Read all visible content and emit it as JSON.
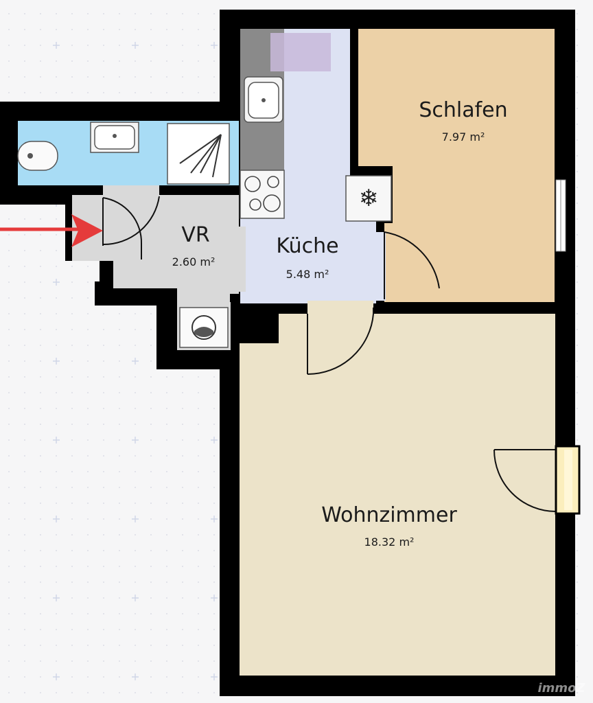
{
  "colors": {
    "wall": "#000000",
    "bad": "#a8dcf5",
    "vorraum": "#d9d9d9",
    "kueche": "#dde2f3",
    "schlafen": "#ecd1a7",
    "wohnzimmer": "#ece3c9",
    "entry_arrow": "#e53b3b"
  },
  "rooms": {
    "bad": {
      "name": "",
      "area": ""
    },
    "vorraum": {
      "name": "VR",
      "area": "2.60 m²"
    },
    "kueche": {
      "name": "Küche",
      "area": "5.48 m²"
    },
    "schlafen": {
      "name": "Schlafen",
      "area": "7.97 m²"
    },
    "wohnzimmer": {
      "name": "Wohnzimmer",
      "area": "18.32 m²"
    }
  },
  "icons": [
    "washbasin-icon",
    "toilet-icon",
    "shower-icon",
    "kitchen-sink-icon",
    "cooktop-icon",
    "fridge-snowflake-icon",
    "washing-machine-icon",
    "entry-arrow-icon"
  ],
  "watermark": "immoZ"
}
